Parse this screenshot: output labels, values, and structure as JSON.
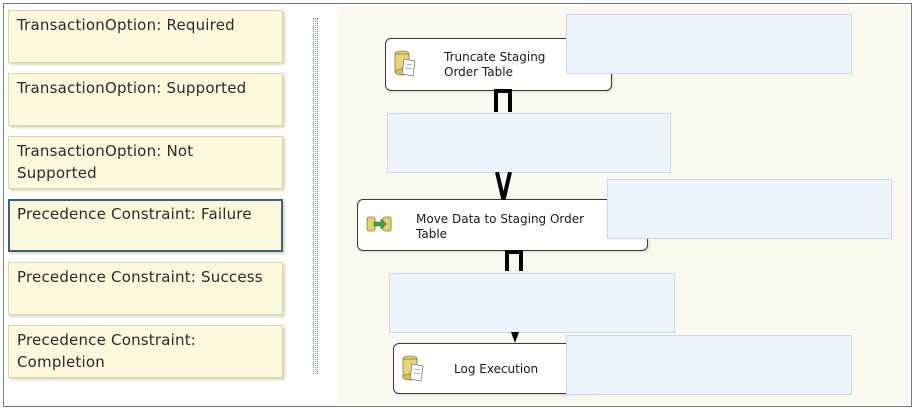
{
  "options": [
    {
      "label": "TransactionOption: Required",
      "selected": false
    },
    {
      "label": "TransactionOption: Supported",
      "selected": false
    },
    {
      "label": "TransactionOption: Not Supported",
      "selected": false
    },
    {
      "label": "Precedence Constraint: Failure",
      "selected": true
    },
    {
      "label": "Precedence Constraint: Success",
      "selected": false
    },
    {
      "label": "Precedence Constraint: Completion",
      "selected": false
    }
  ],
  "tasks": {
    "truncate": {
      "label": "Truncate Staging Order Table",
      "icon": "execute-sql-task-icon"
    },
    "move": {
      "label": "Move Data to Staging Order Table",
      "icon": "data-flow-task-icon"
    },
    "log": {
      "label": "Log Execution",
      "icon": "execute-sql-task-icon"
    }
  },
  "colors": {
    "option_bg": "#fdf9dc",
    "selected_border": "#3c5f82",
    "drop_zone_bg": "#eef4fc",
    "canvas_bg": "#fbf8ef"
  }
}
